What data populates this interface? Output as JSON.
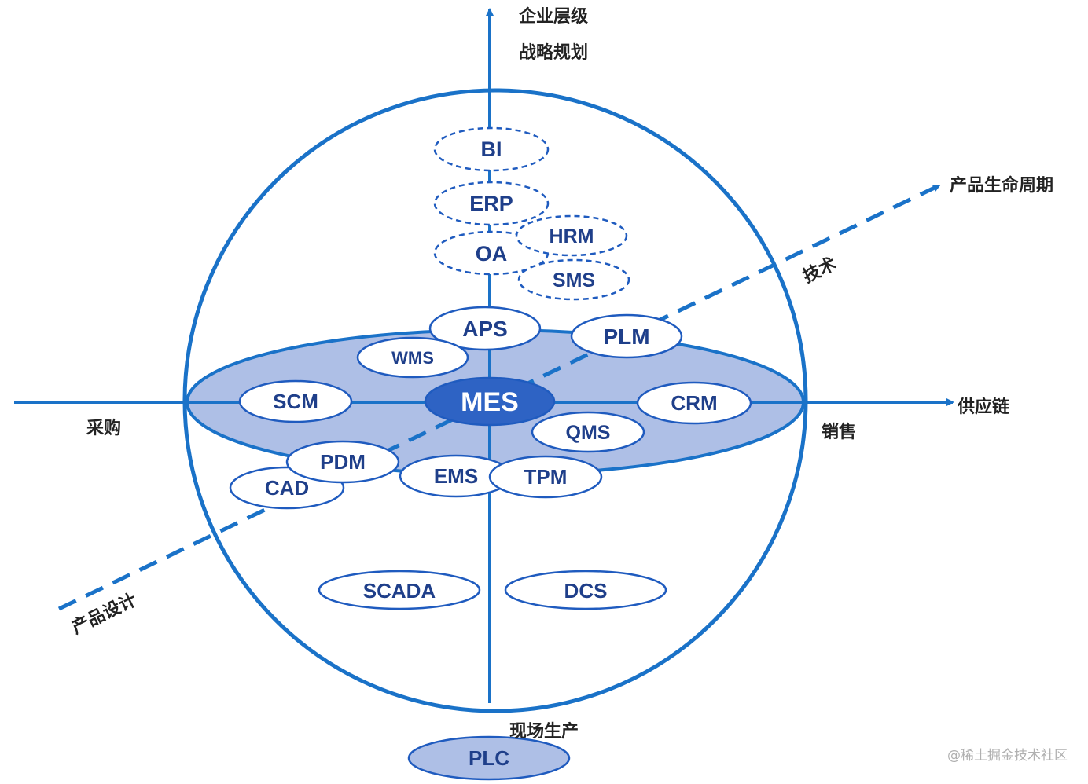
{
  "colors": {
    "line": "#1a72c8",
    "node_stroke": "#1f5bbf",
    "node_text": "#1f3f8a",
    "band_fill": "#aebfe6",
    "hub_fill": "#2e63c4",
    "label": "#222222",
    "watermark": "#b0b0b0"
  },
  "axes": {
    "top_title": "企业层级",
    "top_subtitle": "战略规划",
    "right": "供应链",
    "right_below": "销售",
    "left_below": "采购",
    "bottom": "现场生产",
    "diag_end": "产品生命周期",
    "diag_upper": "技术",
    "diag_lower": "产品设计"
  },
  "nodes": {
    "bi": "BI",
    "erp": "ERP",
    "oa": "OA",
    "hrm": "HRM",
    "sms": "SMS",
    "aps": "APS",
    "plm": "PLM",
    "wms": "WMS",
    "scm": "SCM",
    "mes": "MES",
    "crm": "CRM",
    "qms": "QMS",
    "pdm": "PDM",
    "cad": "CAD",
    "ems": "EMS",
    "tpm": "TPM",
    "scada": "SCADA",
    "dcs": "DCS",
    "plc": "PLC"
  },
  "watermark": "@稀土掘金技术社区"
}
